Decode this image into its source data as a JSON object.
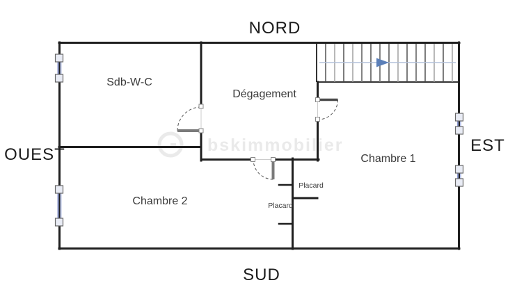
{
  "compass": {
    "north": "NORD",
    "south": "SUD",
    "east": "EST",
    "west": "OUEST"
  },
  "rooms": {
    "bathroom": "Sdb-W-C",
    "hallway": "Dégagement",
    "bedroom1": "Chambre 1",
    "bedroom2": "Chambre 2",
    "closet1": "Placard",
    "closet2": "Placard"
  },
  "watermark": "bskimmobilier",
  "colors": {
    "wall": "#1f1f1f",
    "thin_opening": "#cccccc",
    "door_leaf": "#7a7a7a",
    "door_arc": "#555555",
    "window_accent": "#8c9ad0",
    "window_square_fill": "#e9ecf5",
    "stair_arrow": "#5b7fb8",
    "stair_guide": "#b3c2da",
    "watermark": "#eaeaea",
    "room_label": "#3a3a3a",
    "background": "#ffffff"
  }
}
